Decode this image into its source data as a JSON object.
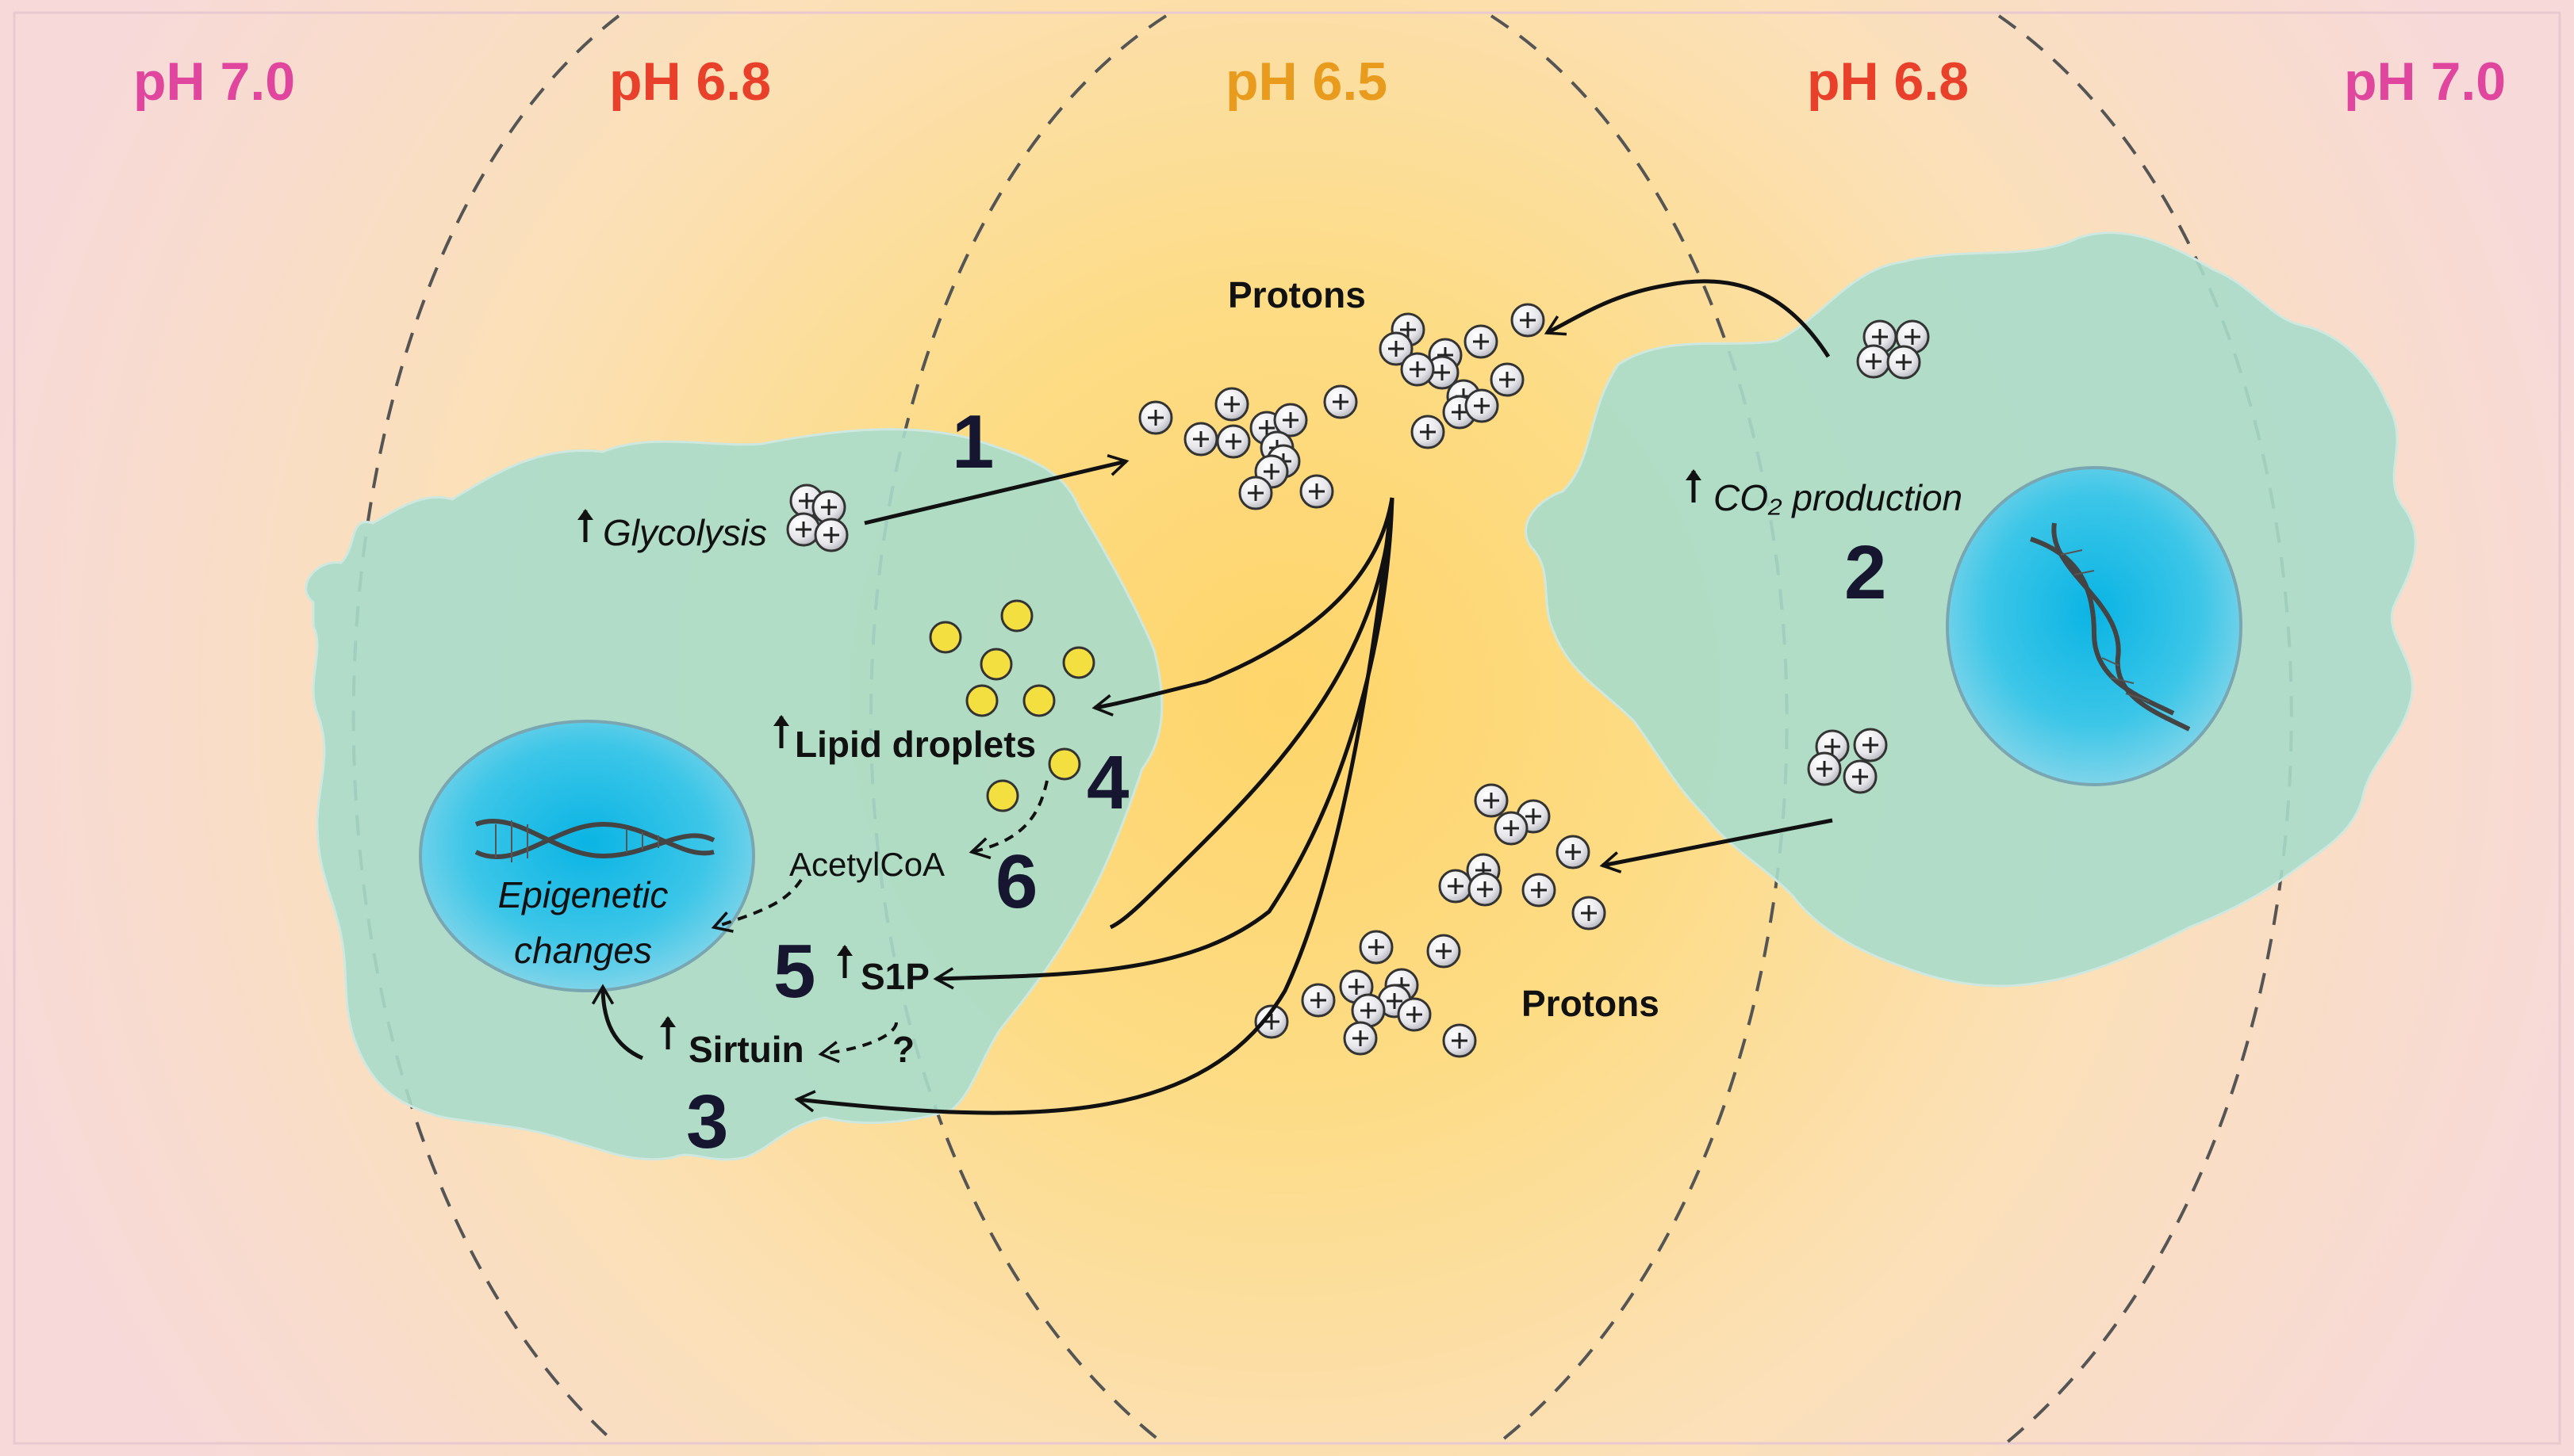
{
  "ph_labels": {
    "left_outer": "pH 7.0",
    "left_inner": "pH 6.8",
    "center": "pH 6.5",
    "right_inner": "pH 6.8",
    "right_outer": "pH 7.0"
  },
  "colors": {
    "ph_7_0": "#e0469e",
    "ph_6_8": "#e8402a",
    "ph_6_5": "#e89b1c",
    "cell_fill": "#a9dccb",
    "nucleus": "#2cc3e6",
    "lipid": "#f3e040",
    "background_outer": "#f8dcdc",
    "background_center": "#fde08a"
  },
  "labels": {
    "protons_top": "Protons",
    "protons_bottom": "Protons",
    "glycolysis": "Glycolysis",
    "co2": "CO₂ production",
    "lipid_droplets": "Lipid droplets",
    "acetylcoa": "AcetylCoA",
    "epigenetic_1": "Epigenetic",
    "epigenetic_2": "changes",
    "s1p": "S1P",
    "sirtuin": "Sirtuin",
    "question": "?"
  },
  "step_numbers": {
    "n1": "1",
    "n2": "2",
    "n3": "3",
    "n4": "4",
    "n5": "5",
    "n6": "6"
  },
  "proton_symbol": "+"
}
